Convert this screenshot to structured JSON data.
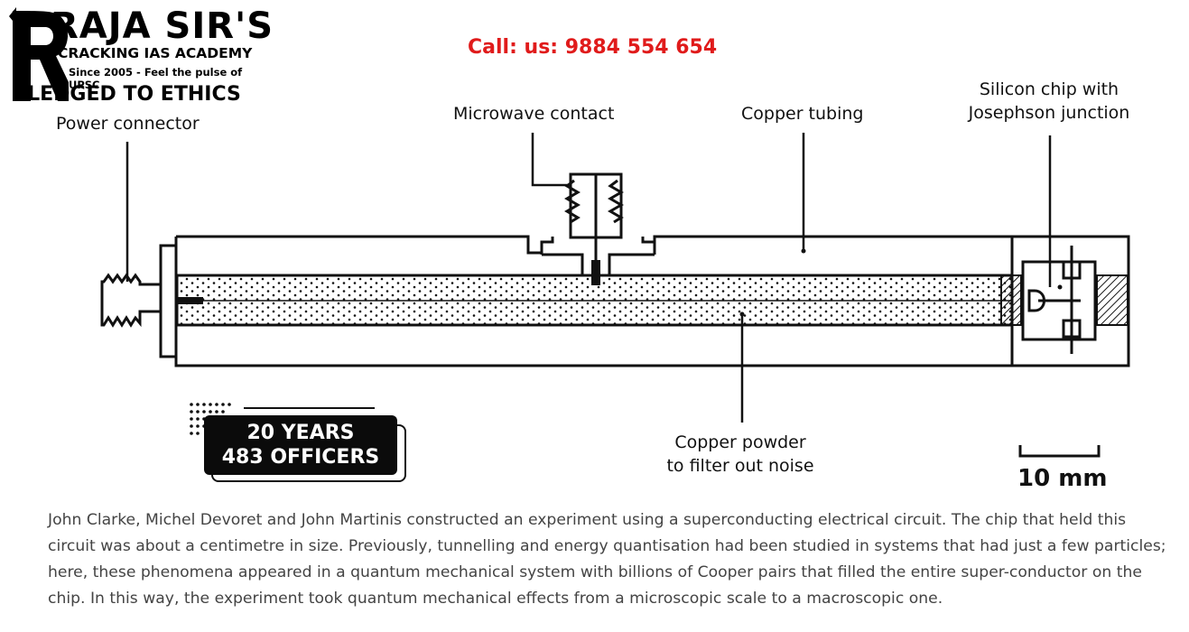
{
  "logo": {
    "name": "RAJA SIR'S",
    "academy": "CRACKING IAS ACADEMY",
    "tagline": "Since 2005 - Feel the pulse of UPSC",
    "motto": "PLEDGED TO ETHICS"
  },
  "call": "Call: us: 9884 554 654",
  "labels": {
    "power_connector": "Power connector",
    "microwave_contact": "Microwave contact",
    "copper_tubing": "Copper tubing",
    "silicon_chip_line1": "Silicon chip with",
    "silicon_chip_line2": "Josephson junction",
    "copper_powder_line1": "Copper powder",
    "copper_powder_line2": "to filter out noise"
  },
  "badge": {
    "line1": "20 YEARS",
    "line2": "483 OFFICERS"
  },
  "scale_bar": "10 mm",
  "caption": "John Clarke, Michel Devoret and John Martinis constructed an experiment using a superconducting electrical circuit. The chip that held this circuit was about a centimetre in size. Previously, tunnelling and energy quantisation had been studied in systems that had just a few particles; here, these phenomena appeared in a quantum mechanical system with billions of Cooper pairs that filled the entire super-conductor on the chip. In this way, the experiment took quantum mechanical effects from a microscopic scale to a macroscopic one."
}
